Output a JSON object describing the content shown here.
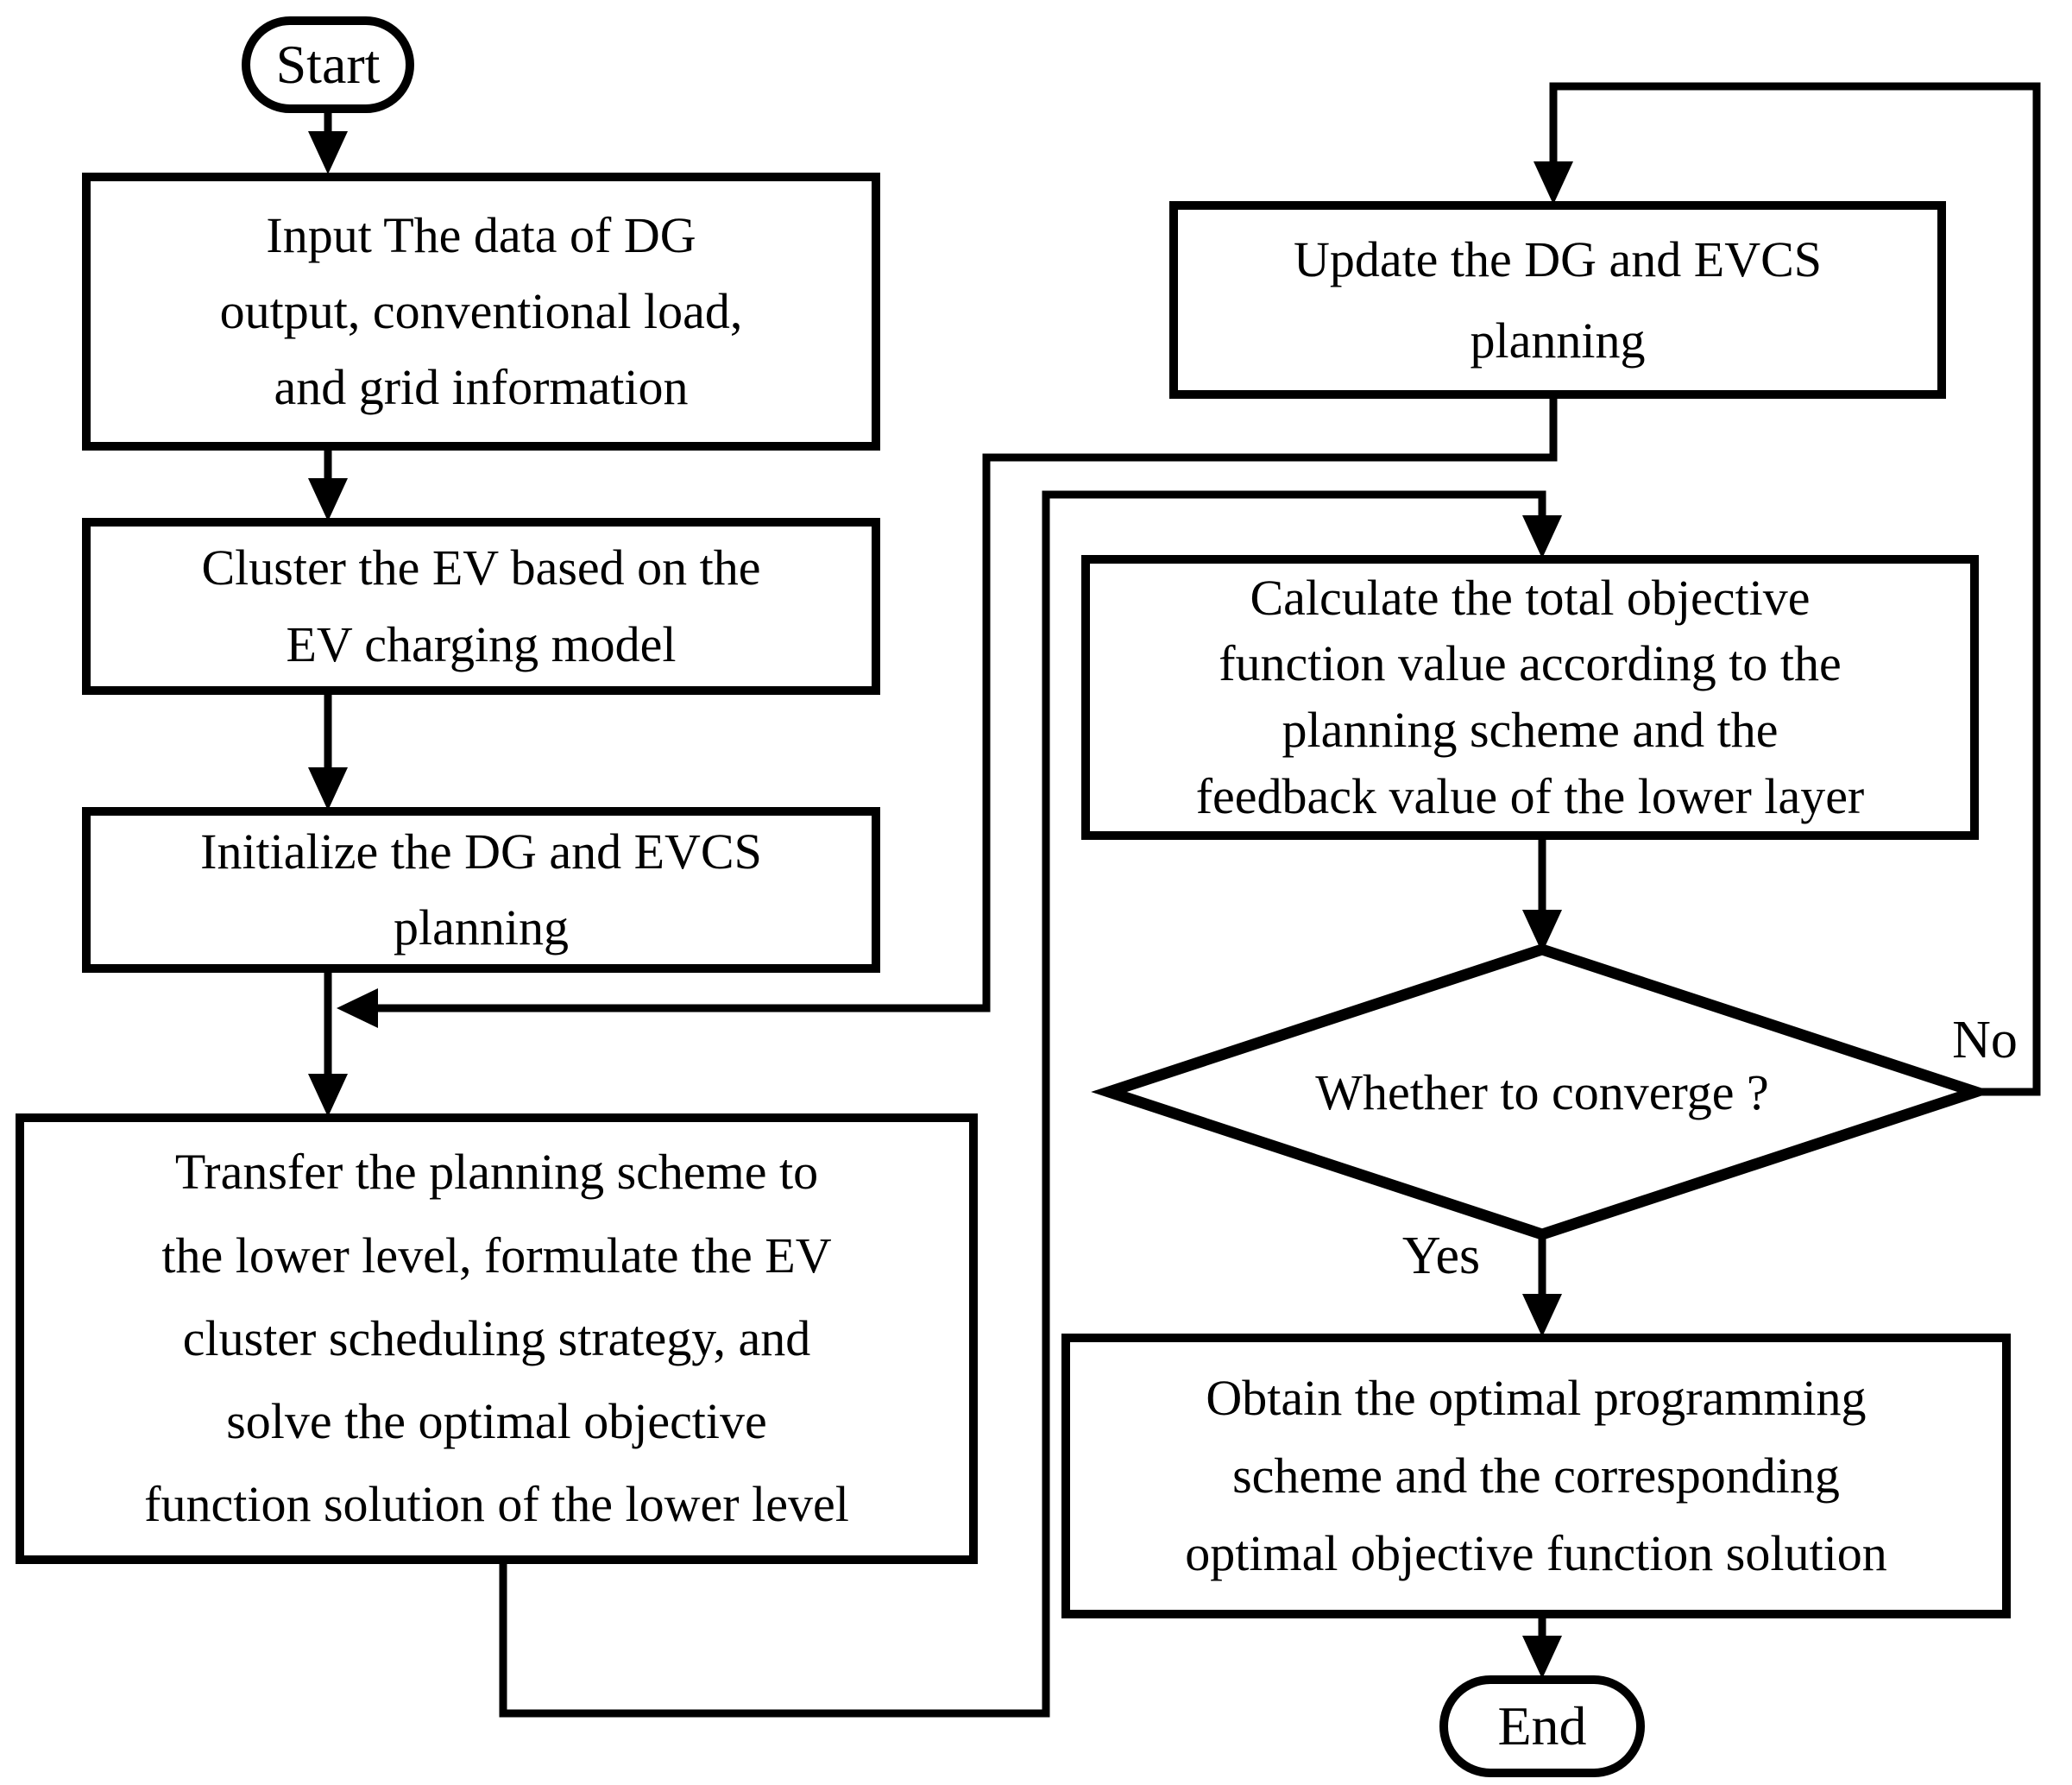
{
  "colors": {
    "stroke": "#000000",
    "background": "#ffffff",
    "text": "#000000"
  },
  "flowchart": {
    "start": {
      "label": "Start"
    },
    "input_box": {
      "lines": [
        "Input The data of DG",
        "output, conventional load,",
        "and grid information"
      ]
    },
    "cluster_box": {
      "lines": [
        "Cluster the EV based on the",
        "EV charging model"
      ]
    },
    "initialize_box": {
      "lines": [
        "Initialize the DG and EVCS",
        "planning"
      ]
    },
    "transfer_box": {
      "lines": [
        "Transfer the planning scheme to",
        "the lower level, formulate the EV",
        "cluster scheduling strategy, and",
        "solve the optimal objective",
        "function solution of the lower level"
      ]
    },
    "update_box": {
      "lines": [
        "Update the DG and EVCS",
        "planning"
      ]
    },
    "calculate_box": {
      "lines": [
        "Calculate the total objective",
        "function value according to the",
        "planning scheme and the",
        "feedback value of the lower layer"
      ]
    },
    "decision": {
      "label": "Whether to converge ?"
    },
    "branch_labels": {
      "yes": "Yes",
      "no": "No"
    },
    "obtain_box": {
      "lines": [
        "Obtain the optimal programming",
        "scheme and the corresponding",
        "optimal objective function solution"
      ]
    },
    "end": {
      "label": "End"
    }
  }
}
